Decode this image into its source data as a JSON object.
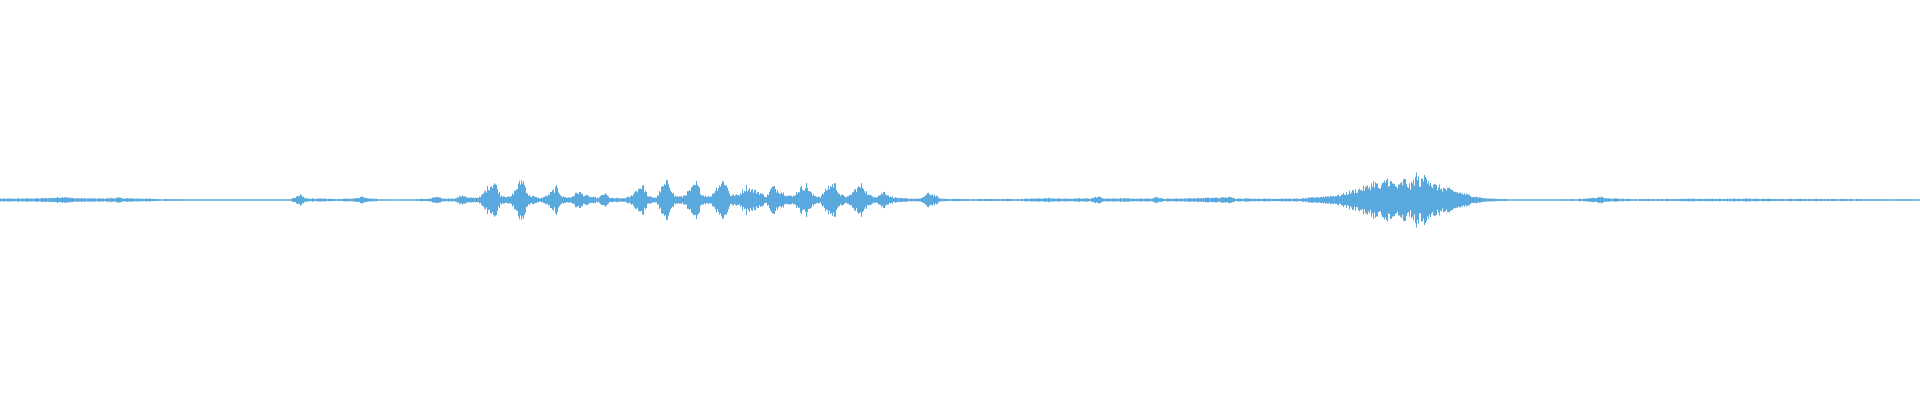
{
  "waveform": {
    "color": "#5aa9de",
    "background": "#ffffff",
    "peaks": [
      [
        0,
        0.008
      ],
      [
        20,
        0.009
      ],
      [
        40,
        0.01
      ],
      [
        55,
        0.014
      ],
      [
        65,
        0.02
      ],
      [
        70,
        0.012
      ],
      [
        85,
        0.01
      ],
      [
        100,
        0.009
      ],
      [
        110,
        0.011
      ],
      [
        118,
        0.014
      ],
      [
        125,
        0.01
      ],
      [
        140,
        0.009
      ],
      [
        160,
        0.006
      ],
      [
        180,
        0.005
      ],
      [
        200,
        0.004
      ],
      [
        230,
        0.003
      ],
      [
        260,
        0.004
      ],
      [
        290,
        0.004
      ],
      [
        300,
        0.03
      ],
      [
        305,
        0.01
      ],
      [
        320,
        0.008
      ],
      [
        340,
        0.006
      ],
      [
        355,
        0.01
      ],
      [
        362,
        0.022
      ],
      [
        370,
        0.009
      ],
      [
        385,
        0.004
      ],
      [
        395,
        0.0
      ],
      [
        410,
        0.004
      ],
      [
        430,
        0.008
      ],
      [
        436,
        0.02
      ],
      [
        442,
        0.008
      ],
      [
        455,
        0.01
      ],
      [
        462,
        0.03
      ],
      [
        468,
        0.012
      ],
      [
        480,
        0.018
      ],
      [
        488,
        0.08
      ],
      [
        494,
        0.11
      ],
      [
        500,
        0.03
      ],
      [
        510,
        0.018
      ],
      [
        516,
        0.07
      ],
      [
        522,
        0.13
      ],
      [
        528,
        0.03
      ],
      [
        540,
        0.01
      ],
      [
        548,
        0.03
      ],
      [
        556,
        0.075
      ],
      [
        562,
        0.02
      ],
      [
        570,
        0.015
      ],
      [
        578,
        0.05
      ],
      [
        584,
        0.03
      ],
      [
        590,
        0.02
      ],
      [
        598,
        0.012
      ],
      [
        604,
        0.04
      ],
      [
        610,
        0.012
      ],
      [
        622,
        0.01
      ],
      [
        630,
        0.02
      ],
      [
        636,
        0.06
      ],
      [
        642,
        0.09
      ],
      [
        648,
        0.02
      ],
      [
        656,
        0.015
      ],
      [
        662,
        0.08
      ],
      [
        668,
        0.11
      ],
      [
        674,
        0.025
      ],
      [
        682,
        0.02
      ],
      [
        690,
        0.06
      ],
      [
        696,
        0.1
      ],
      [
        702,
        0.03
      ],
      [
        710,
        0.02
      ],
      [
        718,
        0.09
      ],
      [
        724,
        0.12
      ],
      [
        730,
        0.03
      ],
      [
        738,
        0.03
      ],
      [
        746,
        0.08
      ],
      [
        752,
        0.06
      ],
      [
        758,
        0.05
      ],
      [
        766,
        0.02
      ],
      [
        772,
        0.08
      ],
      [
        778,
        0.06
      ],
      [
        784,
        0.04
      ],
      [
        792,
        0.02
      ],
      [
        800,
        0.07
      ],
      [
        806,
        0.09
      ],
      [
        812,
        0.03
      ],
      [
        820,
        0.02
      ],
      [
        828,
        0.08
      ],
      [
        834,
        0.1
      ],
      [
        840,
        0.03
      ],
      [
        848,
        0.02
      ],
      [
        856,
        0.07
      ],
      [
        862,
        0.09
      ],
      [
        868,
        0.03
      ],
      [
        876,
        0.02
      ],
      [
        884,
        0.05
      ],
      [
        890,
        0.02
      ],
      [
        900,
        0.01
      ],
      [
        920,
        0.008
      ],
      [
        928,
        0.04
      ],
      [
        934,
        0.03
      ],
      [
        940,
        0.008
      ],
      [
        960,
        0.006
      ],
      [
        990,
        0.006
      ],
      [
        1020,
        0.006
      ],
      [
        1040,
        0.01
      ],
      [
        1052,
        0.012
      ],
      [
        1060,
        0.008
      ],
      [
        1090,
        0.01
      ],
      [
        1098,
        0.02
      ],
      [
        1105,
        0.008
      ],
      [
        1120,
        0.01
      ],
      [
        1150,
        0.008
      ],
      [
        1155,
        0.02
      ],
      [
        1162,
        0.008
      ],
      [
        1180,
        0.009
      ],
      [
        1200,
        0.012
      ],
      [
        1220,
        0.014
      ],
      [
        1228,
        0.018
      ],
      [
        1236,
        0.01
      ],
      [
        1260,
        0.008
      ],
      [
        1290,
        0.008
      ],
      [
        1300,
        0.008
      ],
      [
        1340,
        0.03
      ],
      [
        1350,
        0.05
      ],
      [
        1356,
        0.06
      ],
      [
        1362,
        0.07
      ],
      [
        1368,
        0.08
      ],
      [
        1374,
        0.11
      ],
      [
        1380,
        0.07
      ],
      [
        1386,
        0.13
      ],
      [
        1392,
        0.1
      ],
      [
        1398,
        0.08
      ],
      [
        1404,
        0.12
      ],
      [
        1410,
        0.08
      ],
      [
        1416,
        0.15
      ],
      [
        1420,
        0.1
      ],
      [
        1426,
        0.16
      ],
      [
        1432,
        0.09
      ],
      [
        1438,
        0.08
      ],
      [
        1444,
        0.07
      ],
      [
        1450,
        0.06
      ],
      [
        1456,
        0.05
      ],
      [
        1462,
        0.04
      ],
      [
        1468,
        0.03
      ],
      [
        1476,
        0.02
      ],
      [
        1485,
        0.01
      ],
      [
        1495,
        0.008
      ],
      [
        1505,
        0.006
      ],
      [
        1510,
        0.0
      ],
      [
        1525,
        0.004
      ],
      [
        1550,
        0.004
      ],
      [
        1570,
        0.005
      ],
      [
        1585,
        0.008
      ],
      [
        1594,
        0.012
      ],
      [
        1600,
        0.02
      ],
      [
        1606,
        0.01
      ],
      [
        1630,
        0.006
      ],
      [
        1660,
        0.006
      ],
      [
        1690,
        0.007
      ],
      [
        1720,
        0.007
      ],
      [
        1750,
        0.008
      ],
      [
        1780,
        0.007
      ],
      [
        1810,
        0.006
      ],
      [
        1840,
        0.006
      ],
      [
        1870,
        0.005
      ],
      [
        1900,
        0.005
      ],
      [
        1920,
        0.004
      ]
    ]
  }
}
